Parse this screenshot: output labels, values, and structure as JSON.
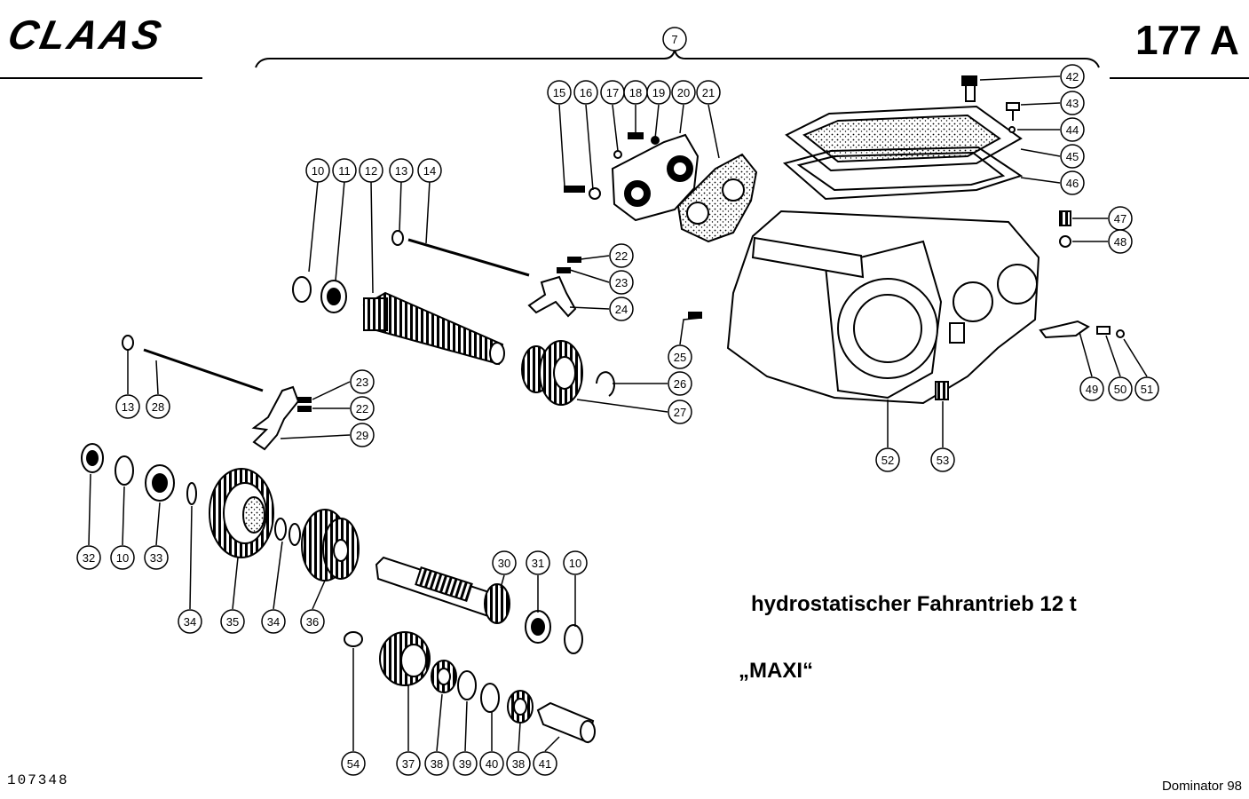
{
  "header": {
    "brand": "CLAAS",
    "page_number": "177 A"
  },
  "title": {
    "line1": "hydrostatischer Fahrantrieb  12 t",
    "line2": "„MAXI“"
  },
  "footer": {
    "drawing_id": "107348",
    "model": "Dominator 98"
  },
  "callouts": [
    {
      "id": "c7",
      "label": "7"
    },
    {
      "id": "c15",
      "label": "15"
    },
    {
      "id": "c16",
      "label": "16"
    },
    {
      "id": "c17",
      "label": "17"
    },
    {
      "id": "c18",
      "label": "18"
    },
    {
      "id": "c19",
      "label": "19"
    },
    {
      "id": "c20",
      "label": "20"
    },
    {
      "id": "c21",
      "label": "21"
    },
    {
      "id": "c10a",
      "label": "10"
    },
    {
      "id": "c11",
      "label": "11"
    },
    {
      "id": "c12",
      "label": "12"
    },
    {
      "id": "c13a",
      "label": "13"
    },
    {
      "id": "c14",
      "label": "14"
    },
    {
      "id": "c22a",
      "label": "22"
    },
    {
      "id": "c23a",
      "label": "23"
    },
    {
      "id": "c24",
      "label": "24"
    },
    {
      "id": "c25",
      "label": "25"
    },
    {
      "id": "c26",
      "label": "26"
    },
    {
      "id": "c27",
      "label": "27"
    },
    {
      "id": "c13b",
      "label": "13"
    },
    {
      "id": "c28",
      "label": "28"
    },
    {
      "id": "c23b",
      "label": "23"
    },
    {
      "id": "c22b",
      "label": "22"
    },
    {
      "id": "c29",
      "label": "29"
    },
    {
      "id": "c42",
      "label": "42"
    },
    {
      "id": "c43",
      "label": "43"
    },
    {
      "id": "c44",
      "label": "44"
    },
    {
      "id": "c45",
      "label": "45"
    },
    {
      "id": "c46",
      "label": "46"
    },
    {
      "id": "c47",
      "label": "47"
    },
    {
      "id": "c48",
      "label": "48"
    },
    {
      "id": "c49",
      "label": "49"
    },
    {
      "id": "c50",
      "label": "50"
    },
    {
      "id": "c51",
      "label": "51"
    },
    {
      "id": "c52",
      "label": "52"
    },
    {
      "id": "c53",
      "label": "53"
    },
    {
      "id": "c32",
      "label": "32"
    },
    {
      "id": "c10b",
      "label": "10"
    },
    {
      "id": "c33",
      "label": "33"
    },
    {
      "id": "c34a",
      "label": "34"
    },
    {
      "id": "c35",
      "label": "35"
    },
    {
      "id": "c34b",
      "label": "34"
    },
    {
      "id": "c36",
      "label": "36"
    },
    {
      "id": "c30",
      "label": "30"
    },
    {
      "id": "c31",
      "label": "31"
    },
    {
      "id": "c10c",
      "label": "10"
    },
    {
      "id": "c54",
      "label": "54"
    },
    {
      "id": "c37",
      "label": "37"
    },
    {
      "id": "c38a",
      "label": "38"
    },
    {
      "id": "c39",
      "label": "39"
    },
    {
      "id": "c40",
      "label": "40"
    },
    {
      "id": "c38b",
      "label": "38"
    },
    {
      "id": "c41",
      "label": "41"
    }
  ]
}
